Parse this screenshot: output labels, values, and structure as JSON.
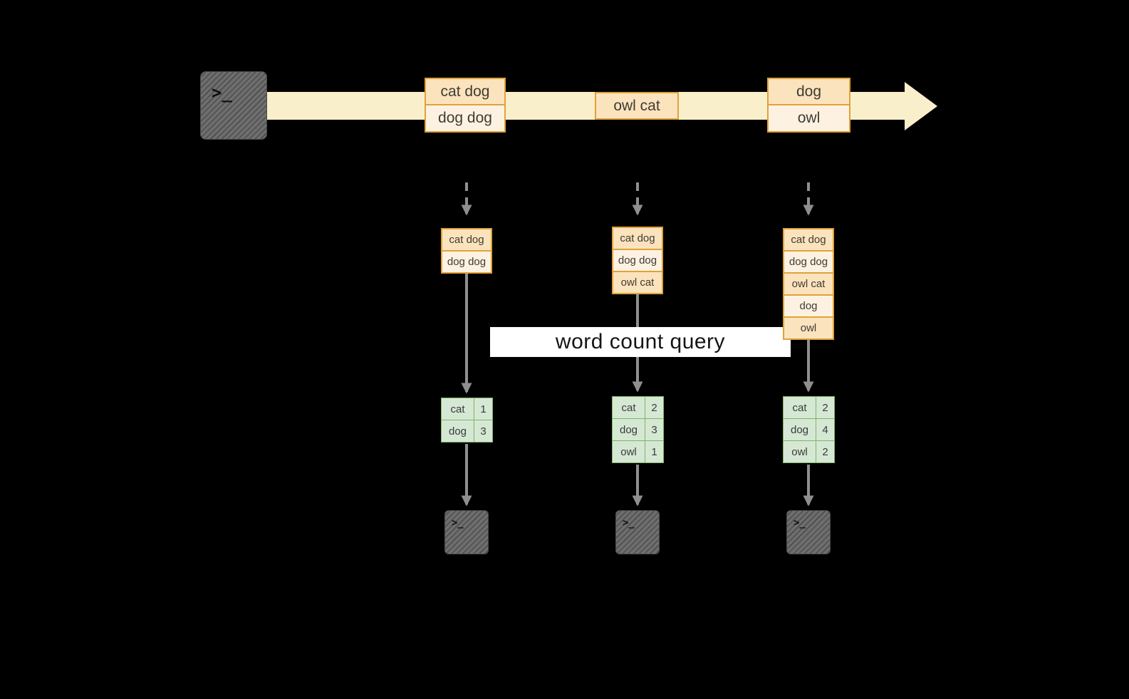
{
  "diagram": {
    "query_label": "word count query",
    "terminal_prompt": ">_",
    "timeline": {
      "batches": [
        {
          "items": [
            "cat dog",
            "dog dog"
          ]
        },
        {
          "items": [
            "owl cat"
          ]
        },
        {
          "items": [
            "dog",
            "owl"
          ]
        }
      ]
    },
    "inputs": [
      {
        "items": [
          "cat dog",
          "dog dog"
        ]
      },
      {
        "items": [
          "cat dog",
          "dog dog",
          "owl cat"
        ]
      },
      {
        "items": [
          "cat dog",
          "dog dog",
          "owl cat",
          "dog",
          "owl"
        ]
      }
    ],
    "results": [
      {
        "rows": [
          [
            "cat",
            "1"
          ],
          [
            "dog",
            "3"
          ]
        ]
      },
      {
        "rows": [
          [
            "cat",
            "2"
          ],
          [
            "dog",
            "3"
          ],
          [
            "owl",
            "1"
          ]
        ]
      },
      {
        "rows": [
          [
            "cat",
            "2"
          ],
          [
            "dog",
            "4"
          ],
          [
            "owl",
            "2"
          ]
        ]
      }
    ],
    "colors": {
      "background": "#000000",
      "stream_band": "#faefcb",
      "batch_border": "#e0a239",
      "batch_fill_dark": "#fbe3bd",
      "batch_fill_light": "#fdf2e2",
      "result_border": "#82b366",
      "result_fill": "#d5e8d4",
      "arrow_gray": "#8f8f8f",
      "query_banner_bg": "#ffffff"
    }
  }
}
